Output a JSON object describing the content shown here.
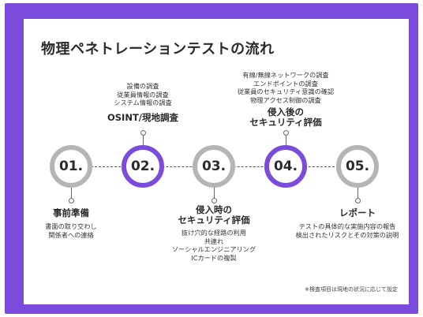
{
  "title": "物理ペネトレーションテストの流れ",
  "steps": [
    {
      "number": "01.",
      "heading": [
        "事前準備"
      ],
      "details": [
        "書面の取り交わし",
        "関係者への連絡"
      ]
    },
    {
      "number": "02.",
      "heading": [
        "OSINT/現地調査"
      ],
      "details": [
        "設備の調査",
        "従業員情報の調査",
        "システム情報の調査"
      ]
    },
    {
      "number": "03.",
      "heading": [
        "侵入時の",
        "セキュリティ評価"
      ],
      "details": [
        "抜け穴的な経路の利用",
        "共連れ",
        "ソーシャルエンジニアリング",
        "ICカードの複製"
      ]
    },
    {
      "number": "04.",
      "heading": [
        "侵入後の",
        "セキュリティ評価"
      ],
      "details": [
        "有線/無線ネットワークの調査",
        "エンドポイントの調査",
        "従業員のセキュリティ意識の確認",
        "物理アクセス制御の調査"
      ]
    },
    {
      "number": "05.",
      "heading": [
        "レポート"
      ],
      "details": [
        "テストの具体的な実施内容の報告",
        "検出されたリスクとその対策の説明"
      ]
    }
  ],
  "note": "※検査項目は現地の状況に応じて設定",
  "colors": {
    "accent": "#7b4cdc",
    "inactive": "#b5b5b5"
  }
}
